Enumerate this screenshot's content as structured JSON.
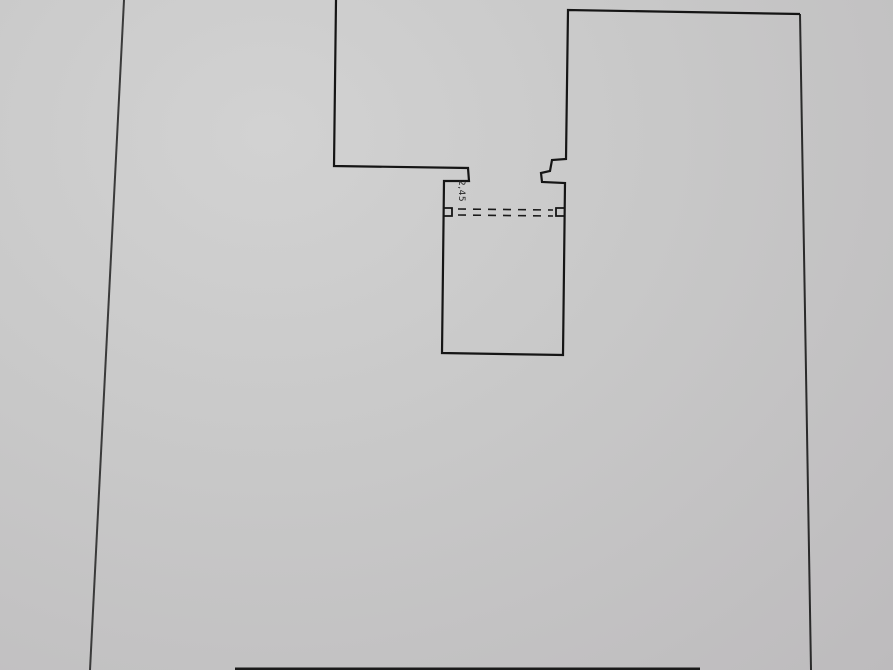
{
  "diagram": {
    "type": "floor-plan",
    "description": "Photographed printed floor plan outline of a building footprint",
    "colors": {
      "paper": "#c9c9c9",
      "line": "#1a1a1a",
      "outer_line": "#3a3a3a"
    },
    "labels": {
      "dimension": "2,45"
    },
    "elements": [
      {
        "id": "outer-boundary",
        "kind": "plot-boundary"
      },
      {
        "id": "building-footprint",
        "kind": "wall-outline"
      },
      {
        "id": "threshold-dashed",
        "kind": "dashed-opening"
      },
      {
        "id": "bottom-bar",
        "kind": "thick-edge"
      }
    ]
  }
}
